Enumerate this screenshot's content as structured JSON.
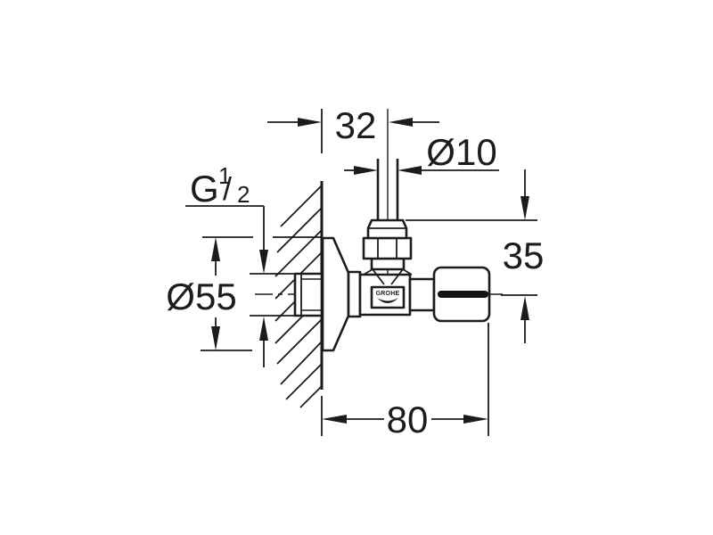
{
  "logo": {
    "brand": "GROHE"
  },
  "dimensions": {
    "wall_offset": {
      "label": "32"
    },
    "pipe_diameter": {
      "label": "Ø10"
    },
    "thread": {
      "prefix": "G",
      "numerator": "1",
      "slash": "/",
      "denominator": "2"
    },
    "rosette_diameter": {
      "label": "Ø55"
    },
    "inlet_height": {
      "label": "35"
    },
    "depth": {
      "label": "80"
    }
  },
  "colors": {
    "line": "#1c1c1c",
    "background": "#ffffff",
    "groove": "#141414"
  }
}
